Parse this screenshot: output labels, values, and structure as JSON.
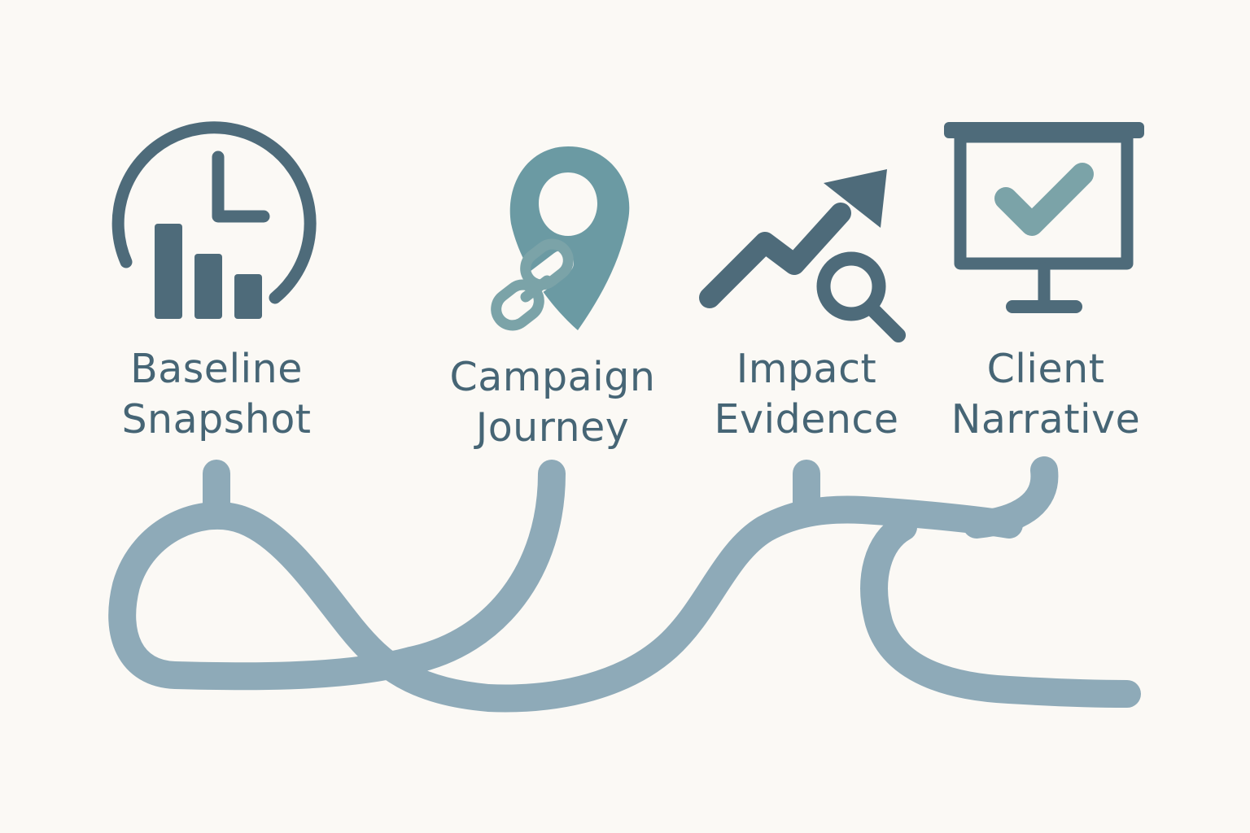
{
  "colors": {
    "background": "#fbf9f5",
    "icon_dark": "#4e6b7a",
    "icon_mid": "#6b9aa3",
    "icon_light": "#7ba3a8",
    "path": "#8eaab8",
    "text": "#466575"
  },
  "stages": [
    {
      "icon": "clock-bar-chart-icon",
      "label_lines": [
        "Baseline",
        "Snapshot"
      ]
    },
    {
      "icon": "location-pin-link-icon",
      "label_lines": [
        "Campaign",
        "Journey"
      ]
    },
    {
      "icon": "trend-arrow-magnifier-icon",
      "label_lines": [
        "Impact",
        "Evidence"
      ]
    },
    {
      "icon": "presentation-checkmark-icon",
      "label_lines": [
        "Client",
        "Narrative"
      ]
    }
  ]
}
